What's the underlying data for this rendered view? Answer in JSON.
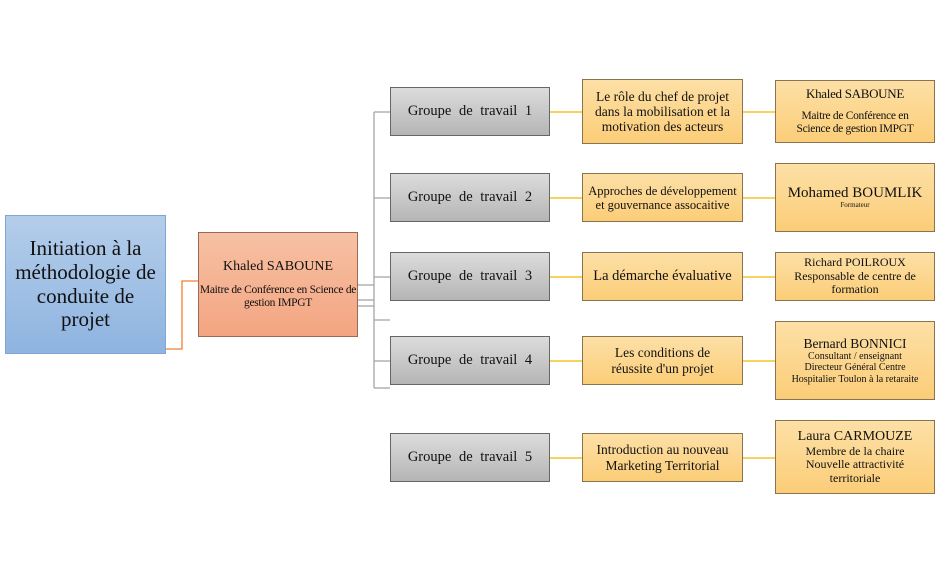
{
  "root": {
    "title": "Initiation à la méthodologie de conduite de projet"
  },
  "lead": {
    "name": "Khaled SABOUNE",
    "role": "Maitre de Conférence en Science de gestion IMPGT"
  },
  "groups": [
    {
      "label": "Groupe de travail 1",
      "topic": "Le rôle du chef de projet dans la mobilisation et la motivation des acteurs",
      "person": "Khaled SABOUNE",
      "details": [
        "Maitre de Conférence en",
        "Science de gestion IMPGT"
      ]
    },
    {
      "label": "Groupe de travail 2",
      "topic": "Approches de développement et gouvernance assocaitive",
      "person": "Mohamed BOUMLIK",
      "details": [
        "Formateur"
      ]
    },
    {
      "label": "Groupe de travail 3",
      "topic": "La démarche évaluative",
      "person": "Richard POILROUX",
      "details": [
        "Responsable de centre de formation"
      ]
    },
    {
      "label": "Groupe de travail 4",
      "topic": "Les conditions de réussite d'un projet",
      "person": "Bernard BONNICI",
      "details": [
        "Consultant / enseignant",
        "Directeur Général Centre",
        "Hospitalier Toulon à la retaraite"
      ]
    },
    {
      "label": "Groupe de travail 5",
      "topic": "Introduction au nouveau Marketing Territorial",
      "person": "Laura CARMOUZE",
      "details": [
        "Membre de la chaire",
        "Nouvelle attractivité",
        "territoriale"
      ]
    }
  ],
  "colors": {
    "root": "#9dbde5",
    "lead": "#f5b090",
    "group": "#c8c8c8",
    "topic": "#fcd68e",
    "connector_orange": "#f08030",
    "connector_gray": "#a6a6a6",
    "connector_gold": "#f0b800"
  }
}
